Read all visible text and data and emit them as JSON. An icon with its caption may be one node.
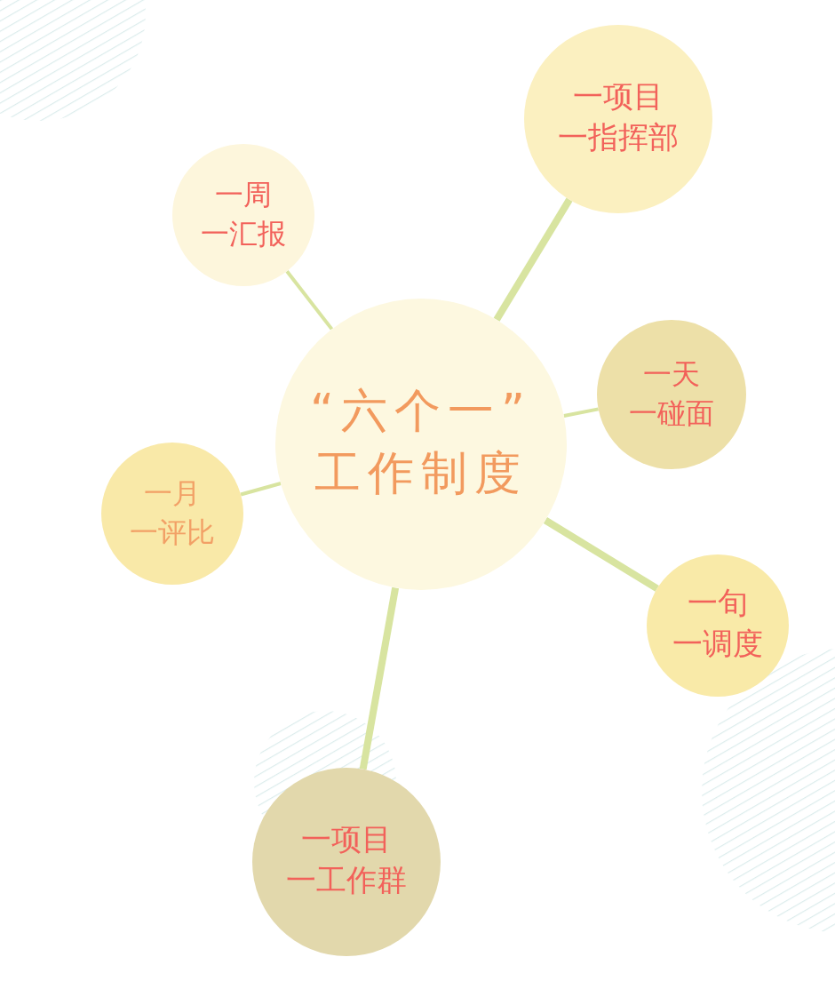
{
  "diagram": {
    "nodes": [
      {
        "text": [
          "一项目一指挥部"
        ]
      },
      {
        "text": [
          "一周一汇报"
        ]
      },
      {
        "text": [
          "“六个一”工作制度"
        ]
      },
      {
        "text": [
          "一天一碰面"
        ]
      },
      {
        "text": [
          "一月一评比"
        ]
      },
      {
        "text": [
          "一旬一调度"
        ]
      },
      {
        "text": [
          "一项目一工作群"
        ]
      }
    ],
    "edges": [
      {
        "from": 2,
        "to": 0,
        "arrow": "none",
        "style": "thick"
      },
      {
        "from": 2,
        "to": 1,
        "arrow": "none"
      },
      {
        "from": 2,
        "to": 3,
        "arrow": "none"
      },
      {
        "from": 2,
        "to": 4,
        "arrow": "none"
      },
      {
        "from": 2,
        "to": 5,
        "arrow": "none",
        "style": "thick"
      },
      {
        "from": 2,
        "to": 6,
        "arrow": "none",
        "style": "thick"
      }
    ]
  }
}
